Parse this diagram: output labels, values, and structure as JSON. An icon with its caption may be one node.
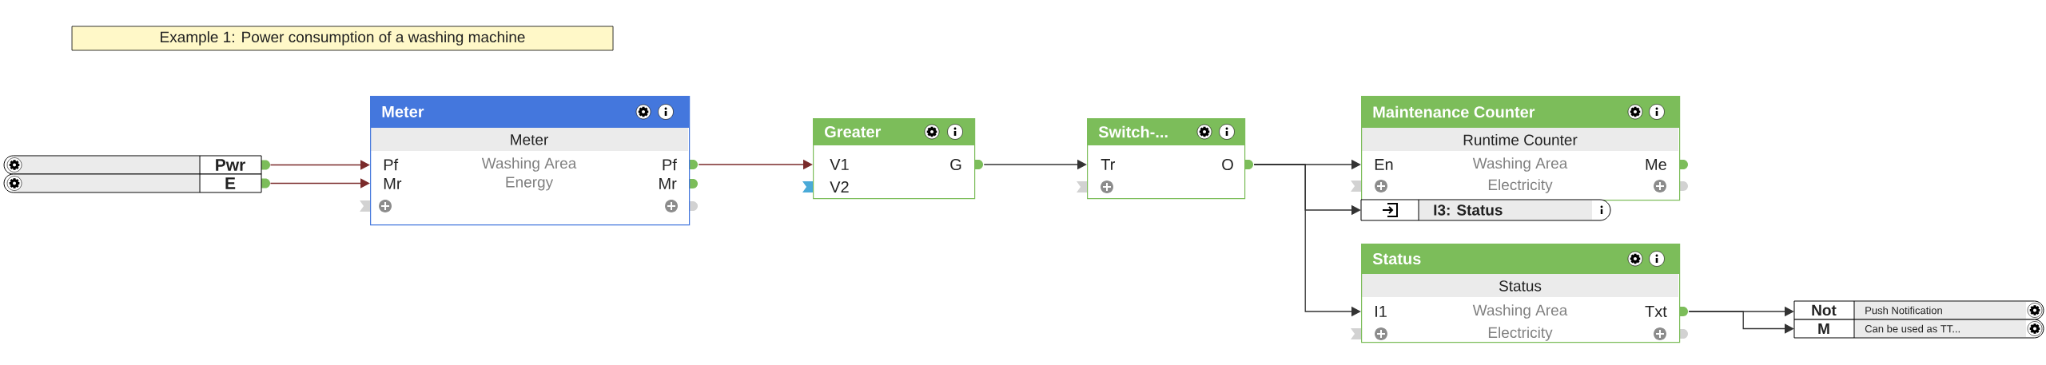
{
  "diagram": {
    "title": "Example 1: Power consumption of a washing machine",
    "nodes": [
      {
        "text": [
          "Pwr"
        ]
      },
      {
        "text": [
          "E"
        ]
      },
      {
        "text": [
          "Meter",
          "Meter",
          "Pf",
          "Washing Area",
          "Pf",
          "Mr",
          "Energy",
          "Mr"
        ]
      },
      {
        "text": [
          "Greater",
          "V1",
          "G",
          "V2"
        ]
      },
      {
        "text": [
          "Switch-...",
          "Tr",
          "O"
        ]
      },
      {
        "text": [
          "Maintenance Counter",
          "Runtime Counter",
          "En",
          "Washing Area",
          "Me",
          "Electricity"
        ]
      },
      {
        "text": [
          "I3: Status"
        ]
      },
      {
        "text": [
          "Status",
          "Status",
          "I1",
          "Washing Area",
          "Txt",
          "Electricity"
        ]
      },
      {
        "text": [
          "Not",
          "Push Notification"
        ]
      },
      {
        "text": [
          "M",
          "Can be used as TT..."
        ]
      }
    ],
    "edges": [
      {
        "from": 0,
        "to": 2,
        "arrow": "to",
        "color": "#7a2a2a"
      },
      {
        "from": 1,
        "to": 2,
        "arrow": "to",
        "color": "#7a2a2a"
      },
      {
        "from": 2,
        "to": 3,
        "arrow": "to",
        "color": "#7a2a2a"
      },
      {
        "from": 3,
        "to": 4,
        "arrow": "to"
      },
      {
        "from": 4,
        "to": 5,
        "arrow": "to"
      },
      {
        "from": 4,
        "to": 6,
        "arrow": "to"
      },
      {
        "from": 4,
        "to": 7,
        "arrow": "to"
      },
      {
        "from": 7,
        "to": 8,
        "arrow": "to"
      },
      {
        "from": 7,
        "to": 9,
        "arrow": "to"
      }
    ]
  }
}
